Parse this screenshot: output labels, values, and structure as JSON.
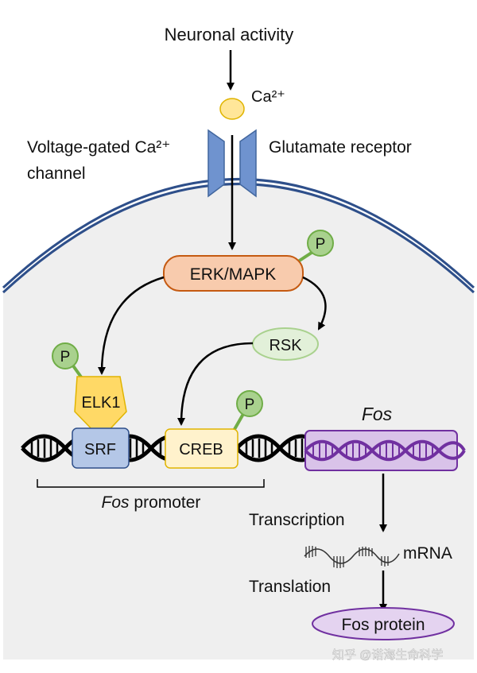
{
  "labels": {
    "neuronal_activity": "Neuronal activity",
    "calcium": "Ca²⁺",
    "vgcc_line1": "Voltage-gated Ca²⁺",
    "vgcc_line2": "channel",
    "glutamate_receptor": "Glutamate receptor",
    "erk": "ERK/MAPK",
    "rsk": "RSK",
    "elk1": "ELK1",
    "srf": "SRF",
    "creb": "CREB",
    "fos_gene": "Fos",
    "phospho": "P",
    "promoter_italic": "Fos",
    "promoter_rest": " promoter",
    "transcription": "Transcription",
    "mrna": "mRNA",
    "translation": "Translation",
    "fos_protein": "Fos protein",
    "watermark": "知乎 @诺海生命科学"
  },
  "colors": {
    "membrane": "#2e4f8a",
    "cytoplasm": "#efefef",
    "channel": "#6f93cf",
    "calcium": "#ffe699",
    "erk_fill": "#f8cbad",
    "erk_stroke": "#c55a11",
    "rsk_fill": "#e2f0d9",
    "rsk_stroke": "#a9d18e",
    "phospho_fill": "#a9d18e",
    "phospho_stroke": "#70ad47",
    "elk1_fill": "#ffd966",
    "srf_fill": "#b4c7e7",
    "creb_fill": "#fff2cc",
    "fos_gene_fill": "#d9c3e9",
    "fos_gene_stroke": "#7030a0",
    "fos_protein_fill": "#e4d3f0"
  }
}
